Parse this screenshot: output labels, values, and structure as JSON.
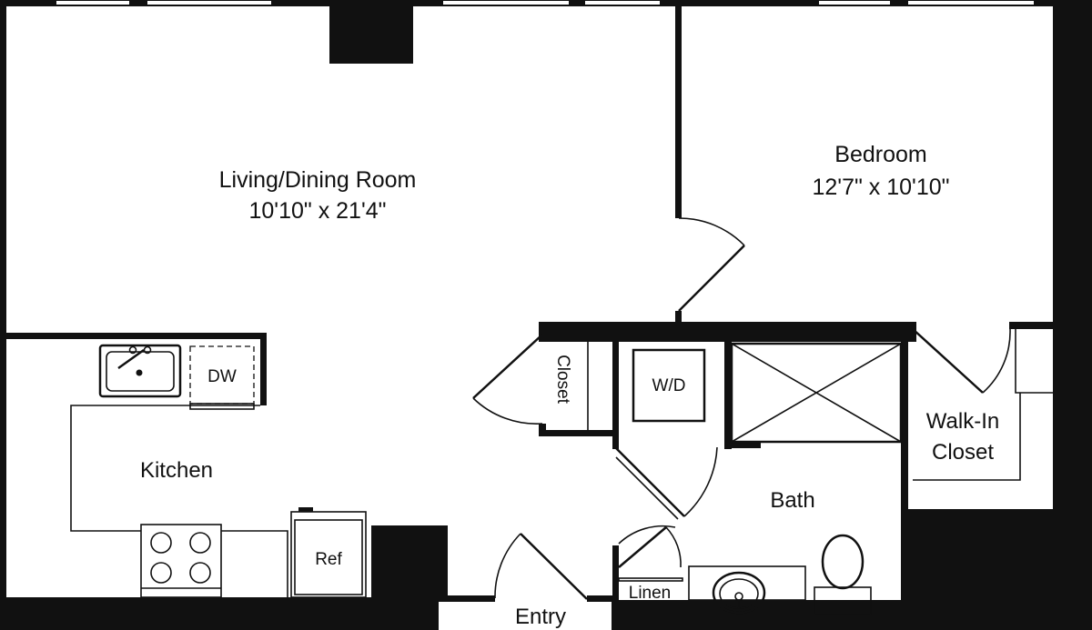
{
  "rooms": {
    "living": {
      "name": "Living/Dining Room",
      "dims": "10'10\" x 21'4\""
    },
    "bedroom": {
      "name": "Bedroom",
      "dims": "12'7\" x 10'10\""
    },
    "kitchen": {
      "name": "Kitchen"
    },
    "bath": {
      "name": "Bath"
    },
    "walkin": {
      "name_line1": "Walk-In",
      "name_line2": "Closet"
    },
    "closet": {
      "name": "Closet"
    },
    "entry": {
      "name": "Entry"
    },
    "linen": {
      "name": "Linen"
    }
  },
  "fixtures": {
    "dishwasher": "DW",
    "washer_dryer": "W/D",
    "refrigerator": "Ref"
  },
  "colors": {
    "wall": "#111111",
    "background": "#ffffff"
  }
}
